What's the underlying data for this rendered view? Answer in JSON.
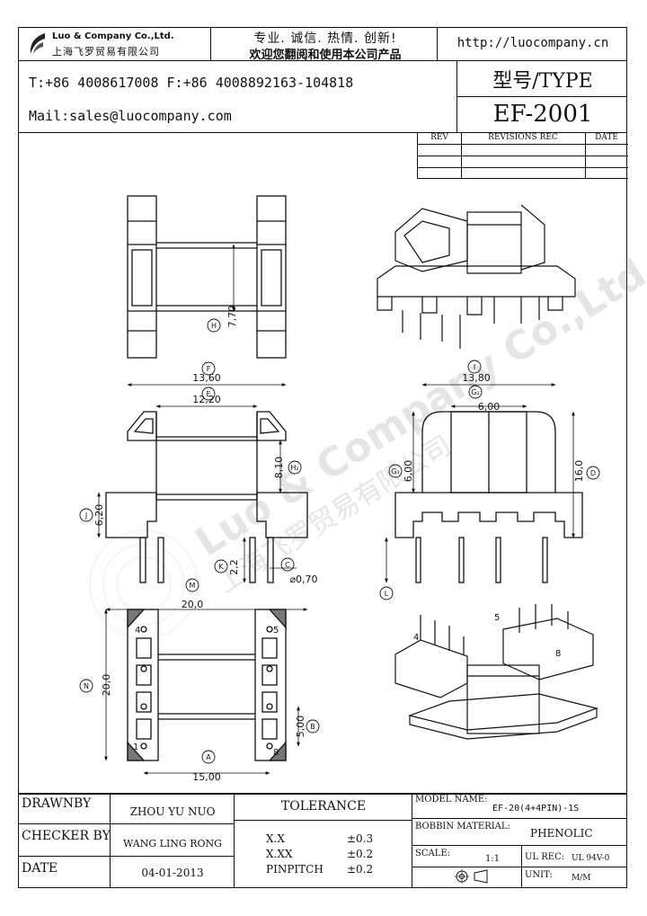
{
  "header": {
    "company_name": "Luo & Company Co.,Ltd.",
    "company_name_cn": "上海飞罗贸易有限公司",
    "slogan_line1": "专业. 诚信. 热情. 创新!",
    "slogan_line2": "欢迎您翻阅和使用本公司产品",
    "website": "http://luocompany.cn",
    "phone_fax": "T:+86 4008617008 F:+86 4008892163-104818",
    "email": "Mail:sales@luocompany.com",
    "type_label": "型号/TYPE",
    "model": "EF-2001"
  },
  "revisions": {
    "col_rev": "REV",
    "col_rec": "REVISIONS REC",
    "col_date": "DATE"
  },
  "dimensions": {
    "H": "7,70",
    "F": "13,60",
    "E": "12,20",
    "H2": "8,10",
    "J": "6,20",
    "K": "2,2",
    "C": "⌀0,70",
    "I": "13,80",
    "G2": "6,00",
    "G1": "6,00",
    "D": "16,0",
    "M": "20,0",
    "N": "20,0",
    "B": "5,00",
    "A": "15,00",
    "pin4": "4",
    "pin5": "5",
    "pin1": "1",
    "pin8": "8"
  },
  "markers": {
    "H": "H",
    "F": "F",
    "E": "E",
    "H2": "H₂",
    "J": "J",
    "K": "K",
    "C": "C",
    "I": "I",
    "G2": "G₂",
    "G1": "G₁",
    "D": "D",
    "L": "L",
    "M": "M",
    "N": "N",
    "B": "B",
    "A": "A"
  },
  "iso_pins": {
    "p4": "4",
    "p5": "5",
    "p8": "8"
  },
  "watermark": "Luo & Company Co.,Ltd",
  "watermark_cn": "上海飞罗贸易有限公司",
  "title_block": {
    "drawn_by_label": "DRAWNBY",
    "drawn_by": "ZHOU YU NUO",
    "checker_label": "CHECKER BY",
    "checker": "WANG LING RONG",
    "date_label": "DATE",
    "date": "04-01-2013",
    "tolerance_label": "TOLERANCE",
    "tol_rows": [
      {
        "k": "X.X",
        "v": "±0.3"
      },
      {
        "k": "X.XX",
        "v": "±0.2"
      },
      {
        "k": "PINPITCH",
        "v": "±0.2"
      }
    ],
    "model_name_label": "MODEL NAME:",
    "model_name": "EF-20(4+4PIN)-1S",
    "bobbin_label": "BOBBIN MATERIAL:",
    "bobbin": "PHENOLIC",
    "scale_label": "SCALE:",
    "scale": "1:1",
    "ul_label": "UL REC:",
    "ul": "UL 94V-0",
    "unit_label": "UNIT:",
    "unit": "M/M"
  }
}
